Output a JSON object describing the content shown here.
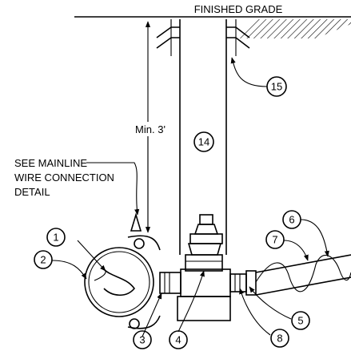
{
  "labels": {
    "finished_grade": "FINISHED GRADE",
    "min_depth": "Min. 3'",
    "mainline_line1": "SEE MAINLINE",
    "mainline_line2": "WIRE CONNECTION",
    "mainline_line3": "DETAIL"
  },
  "callouts": [
    "1",
    "2",
    "3",
    "4",
    "5",
    "6",
    "7",
    "8",
    "14",
    "15"
  ]
}
